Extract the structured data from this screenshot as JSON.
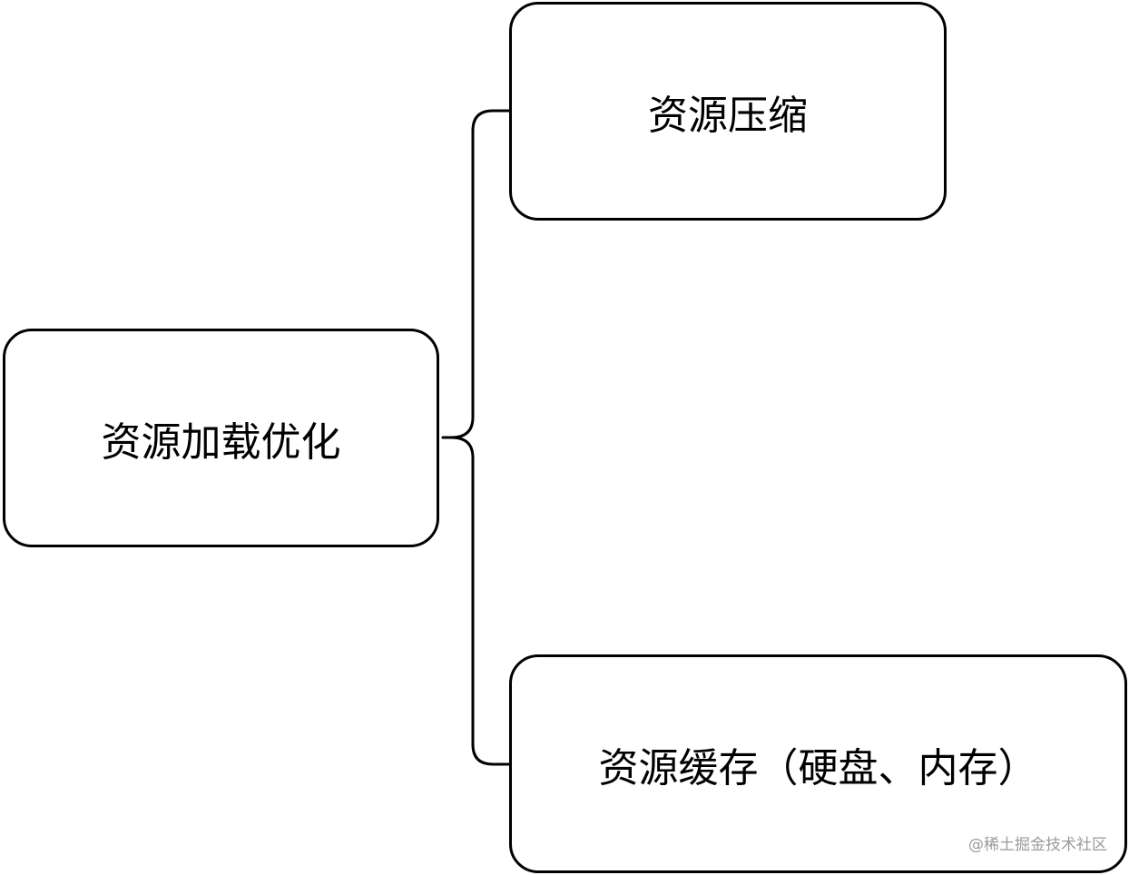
{
  "diagram": {
    "root": {
      "label": "资源加载优化"
    },
    "children": [
      {
        "label": "资源压缩"
      },
      {
        "label": "资源缓存（硬盘、内存）"
      }
    ]
  },
  "watermark": "@稀土掘金技术社区",
  "colors": {
    "stroke": "#000000",
    "background": "#ffffff",
    "watermark": "#9a9a9a"
  }
}
